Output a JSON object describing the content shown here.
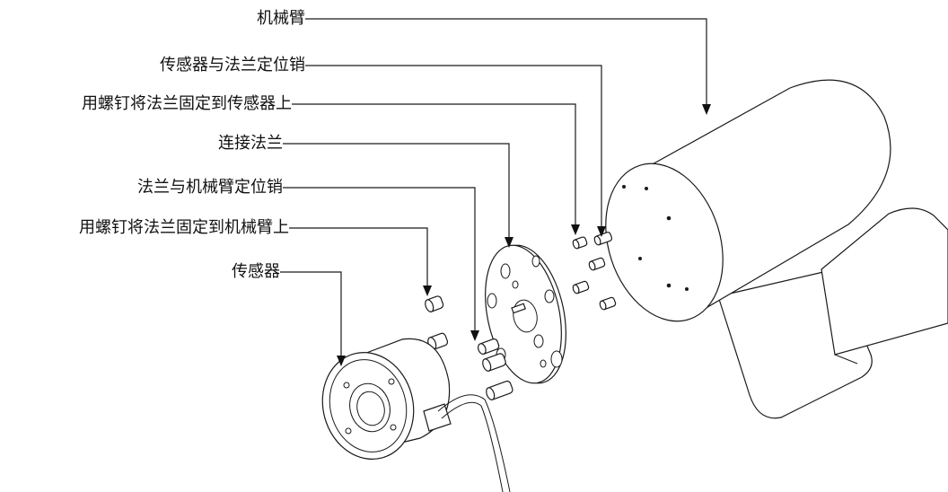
{
  "labels": {
    "robot_arm": "机械臂",
    "sensor_flange_pin": "传感器与法兰定位销",
    "screw_flange_to_sensor": "用螺钉将法兰固定到传感器上",
    "connection_flange": "连接法兰",
    "flange_arm_pin": "法兰与机械臂定位销",
    "screw_flange_to_arm": "用螺钉将法兰固定到机械臂上",
    "sensor": "传感器"
  }
}
